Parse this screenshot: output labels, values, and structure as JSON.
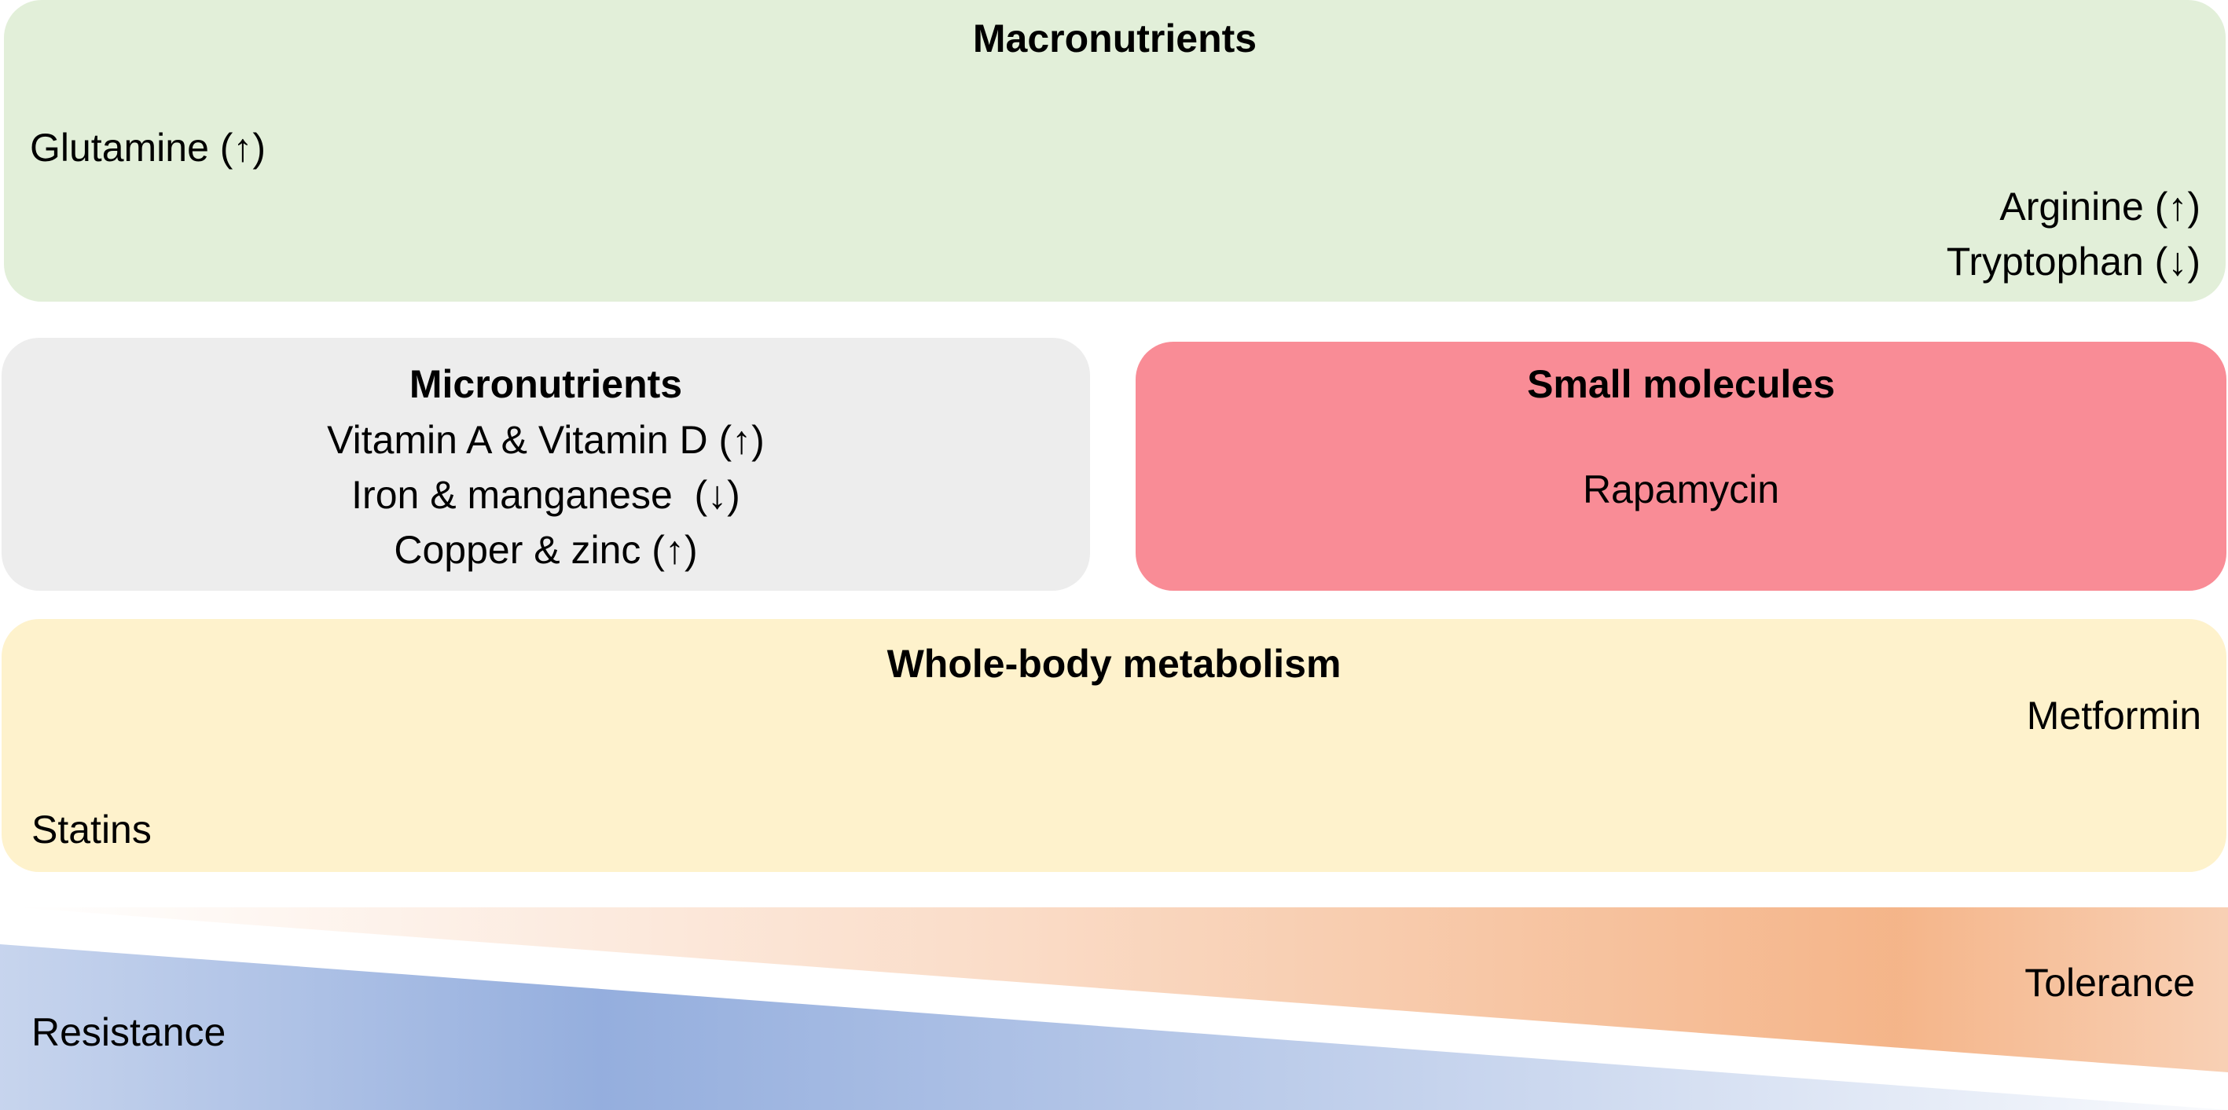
{
  "colors": {
    "macronutrients_bg": "#e2efd9",
    "micronutrients_bg": "#ededed",
    "small_molecules_bg": "#f98c96",
    "whole_body_bg": "#fef2cc",
    "tolerance_gradient": "#f4b183",
    "resistance_gradient": "#8faadc"
  },
  "macronutrients": {
    "title": "Macronutrients",
    "glutamine": "Glutamine (↑)",
    "arginine": "Arginine (↑)",
    "tryptophan": "Tryptophan (↓)"
  },
  "micronutrients": {
    "title": "Micronutrients",
    "items": [
      "Vitamin A & Vitamin D (↑)",
      "Iron & manganese  (↓)",
      "Copper & zinc (↑)"
    ]
  },
  "small_molecules": {
    "title": "Small molecules",
    "item": "Rapamycin"
  },
  "whole_body": {
    "title": "Whole-body metabolism",
    "metformin": "Metformin",
    "statins": "Statins"
  },
  "gradient": {
    "tolerance": "Tolerance",
    "resistance": "Resistance"
  }
}
